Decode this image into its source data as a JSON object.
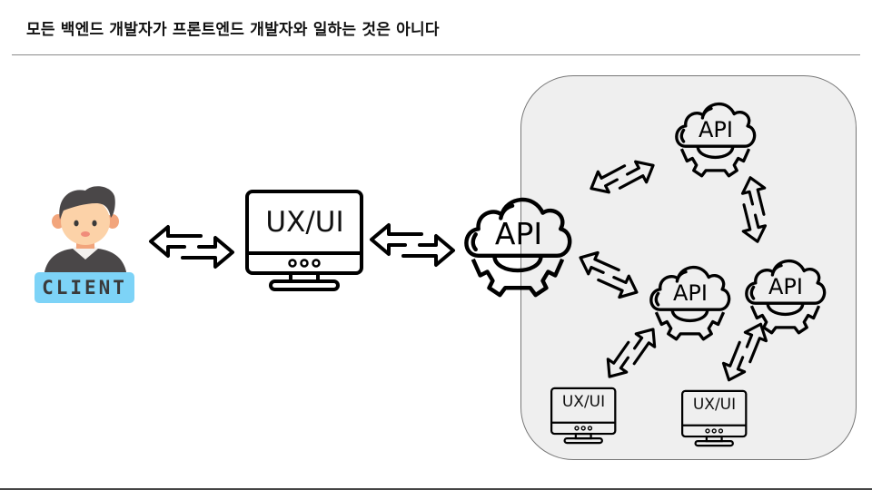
{
  "slide": {
    "title": "모든 백엔드 개발자가 프론트엔드 개발자와 일하는 것은 아니다"
  },
  "diagram": {
    "client": {
      "icon": "client-person-icon",
      "badge": "CLIENT",
      "badge_color": "#7dd3f7",
      "badge_text_color": "#3a3a3a"
    },
    "frontend": {
      "icon": "monitor-icon",
      "label": "UX/UI"
    },
    "main_api": {
      "icon": "cloud-gear-api-icon",
      "label": "API"
    },
    "backend_group": {
      "background": "#efefef",
      "apis": [
        {
          "id": "api-top",
          "label": "API"
        },
        {
          "id": "api-middle",
          "label": "API"
        },
        {
          "id": "api-right",
          "label": "API"
        }
      ],
      "frontends": [
        {
          "id": "ui-left",
          "label": "UX/UI"
        },
        {
          "id": "ui-right",
          "label": "UX/UI"
        }
      ]
    },
    "connections": [
      {
        "from": "client",
        "to": "frontend",
        "type": "bidirectional"
      },
      {
        "from": "frontend",
        "to": "main_api",
        "type": "bidirectional"
      },
      {
        "from": "main_api",
        "to": "api-top",
        "type": "bidirectional"
      },
      {
        "from": "main_api",
        "to": "api-middle",
        "type": "bidirectional"
      },
      {
        "from": "api-top",
        "to": "api-right",
        "type": "bidirectional"
      },
      {
        "from": "api-middle",
        "to": "ui-left",
        "type": "bidirectional"
      },
      {
        "from": "api-right",
        "to": "ui-right",
        "type": "bidirectional"
      }
    ]
  }
}
